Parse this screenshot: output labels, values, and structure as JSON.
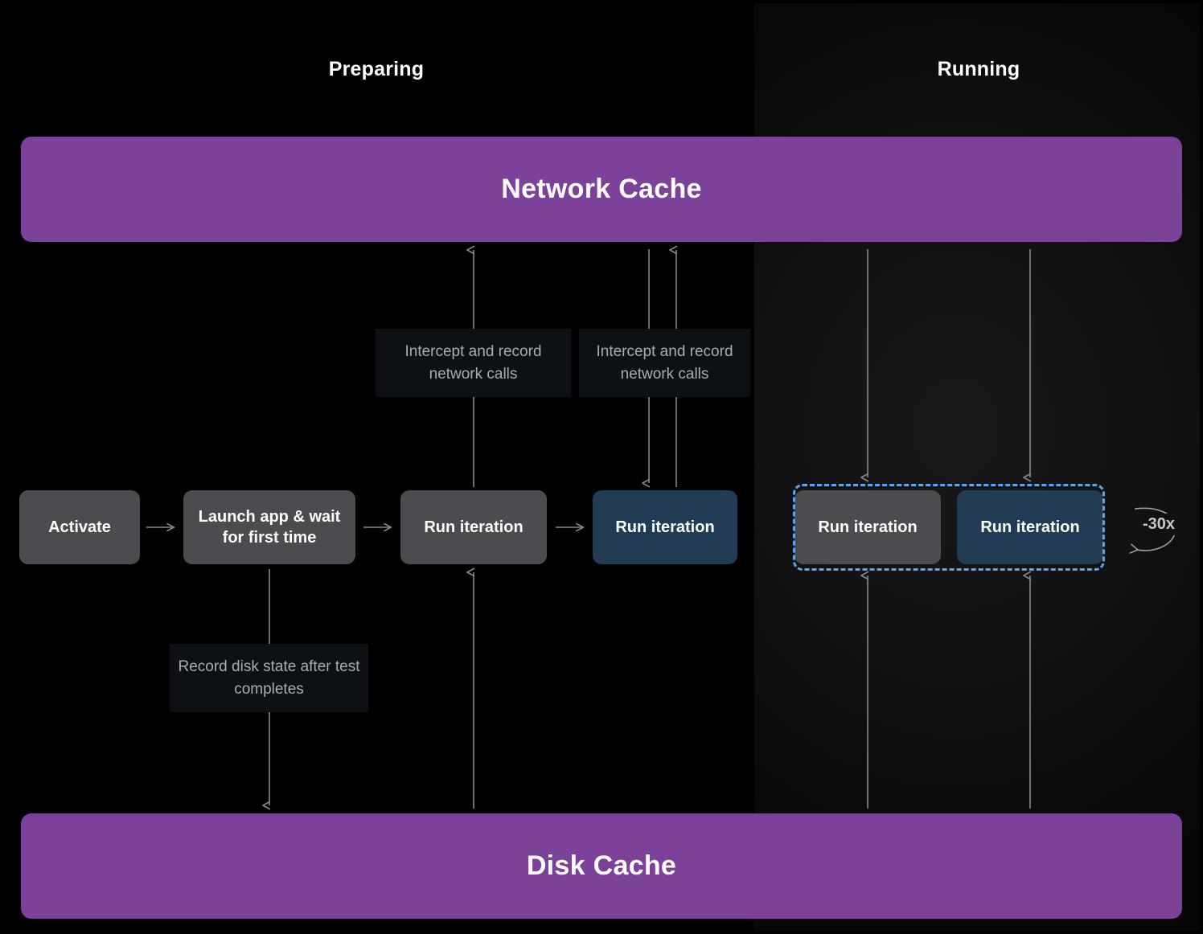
{
  "diagram": {
    "title_preparing": "Preparing",
    "title_running": "Running",
    "phases": [
      {
        "id": "preparing",
        "label": "Preparing"
      },
      {
        "id": "running",
        "label": "Running"
      }
    ],
    "caches": {
      "network": {
        "label": "Network Cache",
        "color": "#7c4199"
      },
      "disk": {
        "label": "Disk Cache",
        "color": "#7c4199"
      }
    },
    "steps": [
      {
        "id": "activate",
        "label": "Activate",
        "variant": "gray",
        "phase": "preparing"
      },
      {
        "id": "launch-app",
        "label": "Launch app & wait for first time",
        "variant": "gray",
        "phase": "preparing"
      },
      {
        "id": "run-iteration-1",
        "label": "Run iteration",
        "variant": "gray",
        "phase": "preparing"
      },
      {
        "id": "run-iteration-2",
        "label": "Run iteration",
        "variant": "blue",
        "phase": "preparing"
      },
      {
        "id": "run-iteration-3",
        "label": "Run iteration",
        "variant": "gray",
        "phase": "running"
      },
      {
        "id": "run-iteration-4",
        "label": "Run iteration",
        "variant": "blue",
        "phase": "running"
      }
    ],
    "annotations": [
      {
        "id": "intercept-1",
        "label": "Intercept and record network calls"
      },
      {
        "id": "intercept-2",
        "label": "Intercept and record network calls"
      },
      {
        "id": "disk-state",
        "label": "Record disk state after test completes"
      }
    ],
    "loop": {
      "repeat_label": "-30x",
      "selection_color": "#5aa6f5"
    },
    "colors": {
      "background": "#000000",
      "panel_running": "#121212",
      "cache_purple": "#7c4199",
      "box_gray": "#4c4c50",
      "box_blue": "#233c55",
      "connector": "#8a8a8a",
      "annotation_bg": "#0d1015",
      "annotation_text": "#a9adb3",
      "text_primary": "#ffffff"
    }
  }
}
